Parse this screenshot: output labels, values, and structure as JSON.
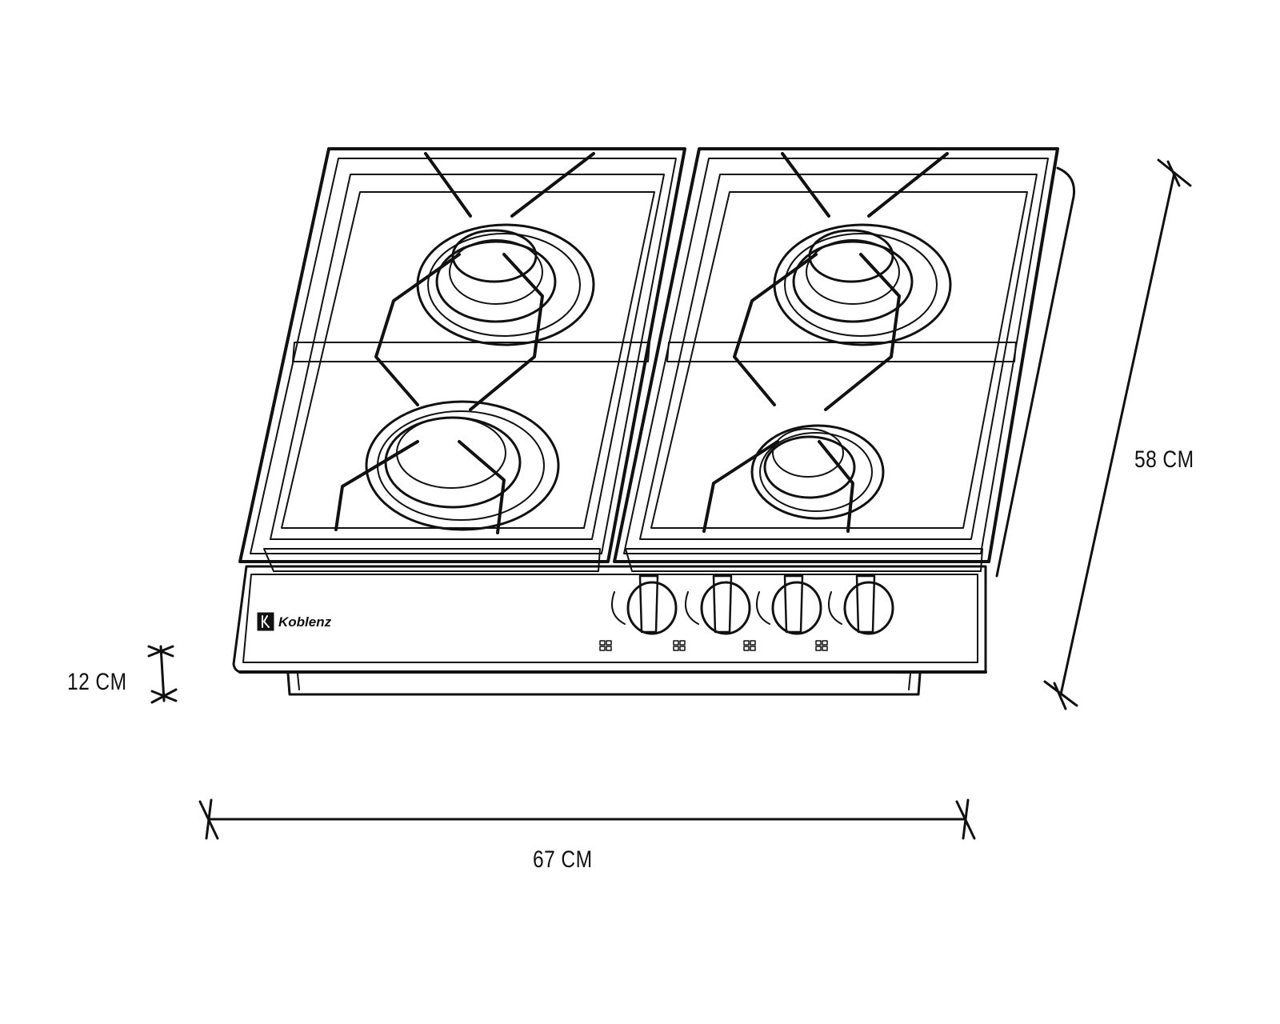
{
  "brand": {
    "name": "Koblenz"
  },
  "dimensions": {
    "height": "12 CM",
    "depth": "58 CM",
    "width": "67 CM"
  },
  "appliance": {
    "burner_count": 4,
    "knob_count": 4
  },
  "colors": {
    "line": "#111111",
    "background": "#ffffff"
  }
}
